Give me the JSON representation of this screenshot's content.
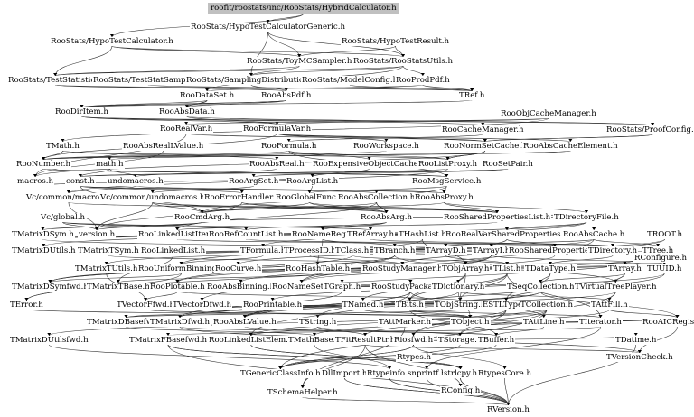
{
  "graph": {
    "root": "roofit/roostats/inc/RooStats/HybridCalculator.h",
    "nodes": [
      "RooStats/HypoTestCalculatorGeneric.h",
      "RooStats/HypoTestCalculator.h",
      "RooStats/HypoTestResult.h",
      "RooStats/ToyMCSampler.h",
      "RooStats/RooStatsUtils.h",
      "RooStats/TestStatistic.h",
      "RooStats/TestStatSampler.h",
      "RooStats/SamplingDistribution.h",
      "RooStats/ModelConfig.h",
      "RooProdPdf.h",
      "RooDataSet.h",
      "RooAbsPdf.h",
      "TRef.h",
      "RooDirItem.h",
      "RooAbsData.h",
      "RooObjCacheManager.h",
      "RooRealVar.h",
      "RooFormulaVar.h",
      "RooCacheManager.h",
      "RooStats/ProofConfig.h",
      "TMath.h",
      "RooAbsRealLValue.h",
      "RooFormula.h",
      "RooWorkspace.h",
      "RooNormSetCache.h",
      "RooAbsCacheElement.h",
      "RooNumber.h",
      "math.h",
      "RooAbsReal.h",
      "RooExpensiveObjectCache.h",
      "RooListProxy.h",
      "RooSetPair.h",
      "macros.h",
      "const.h",
      "undomacros.h",
      "RooArgSet.h",
      "RooArgList.h",
      "RooMsgService.h",
      "Vc/common/macros.h",
      "Vc/common/undomacros.h",
      "RooErrorHandler.h",
      "RooGlobalFunc.h",
      "RooAbsCollection.h",
      "RooAbsProxy.h",
      "Vc/global.h",
      "RooCmdArg.h",
      "RooAbsArg.h",
      "RooSharedPropertiesList.h",
      "TDirectoryFile.h",
      "TMatrixDSym.h",
      "version.h",
      "RooLinkedListIter.h",
      "RooRefCountList.h",
      "RooNameReg.h",
      "TRefArray.h",
      "THashList.h",
      "RooRealVarSharedProperties.h",
      "RooAbsCache.h",
      "TROOT.h",
      "TMatrixDUtils.h",
      "TMatrixTSym.h",
      "RooLinkedList.h",
      "TFormula.h",
      "TProcessID.h",
      "TClass.h",
      "TBranch.h",
      "TArrayD.h",
      "TArrayI.h",
      "RooSharedProperties.h",
      "TDirectory.h",
      "TTree.h",
      "RConfigure.h",
      "TMatrixTUtils.h",
      "RooUniformBinning.h",
      "RooCurve.h",
      "RooHashTable.h",
      "RooStudyManager.h",
      "TObjArray.h",
      "TList.h",
      "TDataType.h",
      "TArray.h",
      "TUUID.h",
      "TMatrixDSymfwd.h",
      "TMatrixTBase.h",
      "RooPlotable.h",
      "RooAbsBinning.h",
      "RooNameSet.h",
      "TGraph.h",
      "RooStudyPackage.h",
      "TDictionary.h",
      "TSeqCollection.h",
      "TVirtualTreePlayer.h",
      "TError.h",
      "TVectorFfwd.h",
      "TVectorDfwd.h",
      "RooPrintable.h",
      "TNamed.h",
      "TBits.h",
      "TObjString.h",
      "ESTLType.h",
      "TCollection.h",
      "TAttFill.h",
      "TMatrixDBasefwd.h",
      "TMatrixDfwd.h",
      "RooAbsLValue.h",
      "TString.h",
      "TAttMarker.h",
      "TObject.h",
      "TAttLine.h",
      "TIterator.h",
      "RooAICRegistry.h",
      "TMatrixDUtilsfwd.h",
      "TMatrixFBasefwd.h",
      "RooLinkedListElem.h",
      "TMathBase.h",
      "TFitResultPtr.h",
      "Riosfwd.h",
      "TStorage.h",
      "TBuffer.h",
      "TDatime.h",
      "Rtypes.h",
      "TVersionCheck.h",
      "TGenericClassInfo.h",
      "DllImport.h",
      "Rtypeinfo.h",
      "snprintf.h",
      "strlcpy.h",
      "RtypesCore.h",
      "TSchemaHelper.h",
      "RConfig.h",
      "RVersion.h"
    ]
  }
}
